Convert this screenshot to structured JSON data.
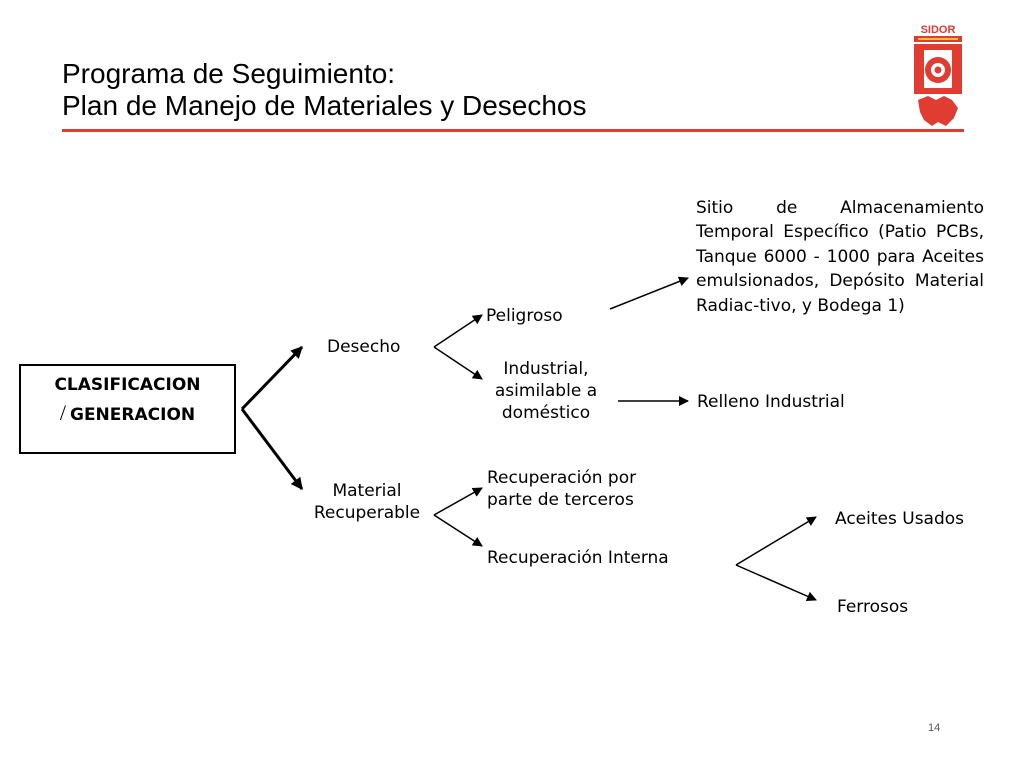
{
  "title": {
    "line1": "Programa de Seguimiento:",
    "line2": "Plan de Manejo de Materiales y Desechos"
  },
  "logo": {
    "text": "SIDOR",
    "icon": "sidor-logo",
    "brand_color": "#e03c31"
  },
  "accent_color": "#e03c31",
  "diagram": {
    "root": {
      "line1": "CLASIFICACION",
      "slash": "/",
      "line2": "GENERACION"
    },
    "desecho": "Desecho",
    "material_recuperable": {
      "line1": "Material",
      "line2": "Recuperable"
    },
    "peligroso": "Peligroso",
    "industrial": {
      "line1": "Industrial,",
      "line2": "asimilable a",
      "line3": "doméstico"
    },
    "sitio": "Sitio de Almacenamiento Temporal Específico (Patio PCBs, Tanque 6000 - 1000 para Aceites emulsionados, Depósito Material Radiac-tivo, y Bodega 1)",
    "relleno": "Relleno Industrial",
    "recup_terceros": {
      "line1": "Recuperación por",
      "line2": "parte de terceros"
    },
    "recup_interna": "Recuperación Interna",
    "aceites": "Aceites Usados",
    "ferrosos": "Ferrosos"
  },
  "page_number": "14"
}
